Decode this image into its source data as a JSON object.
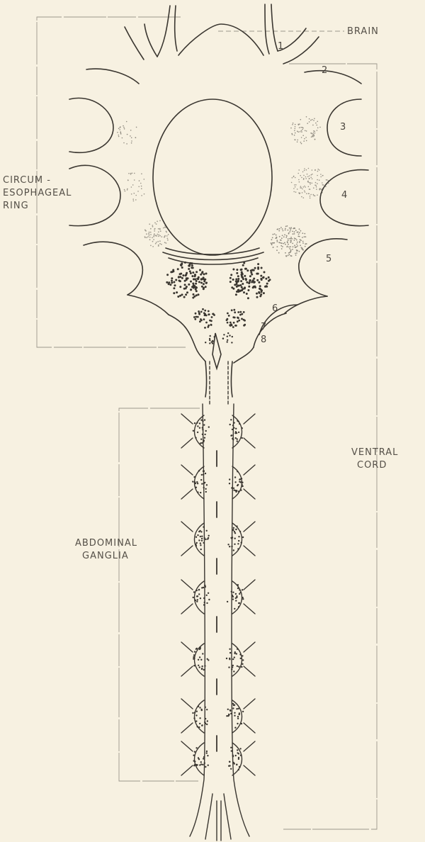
{
  "labels": {
    "brain": "BRAIN",
    "ring": [
      "CIRCUM -",
      "ESOPHAGEAL",
      "RING"
    ],
    "ventral": [
      "VENTRAL",
      "CORD"
    ],
    "abdominal": [
      "ABDOMINAL",
      "GANGLIA"
    ]
  },
  "numbers": [
    "1",
    "2",
    "3",
    "4",
    "5",
    "6",
    "7",
    "8"
  ],
  "colors": {
    "background": "#f7f1e1",
    "ink": "#3a3630",
    "guide": "#9b968c"
  }
}
